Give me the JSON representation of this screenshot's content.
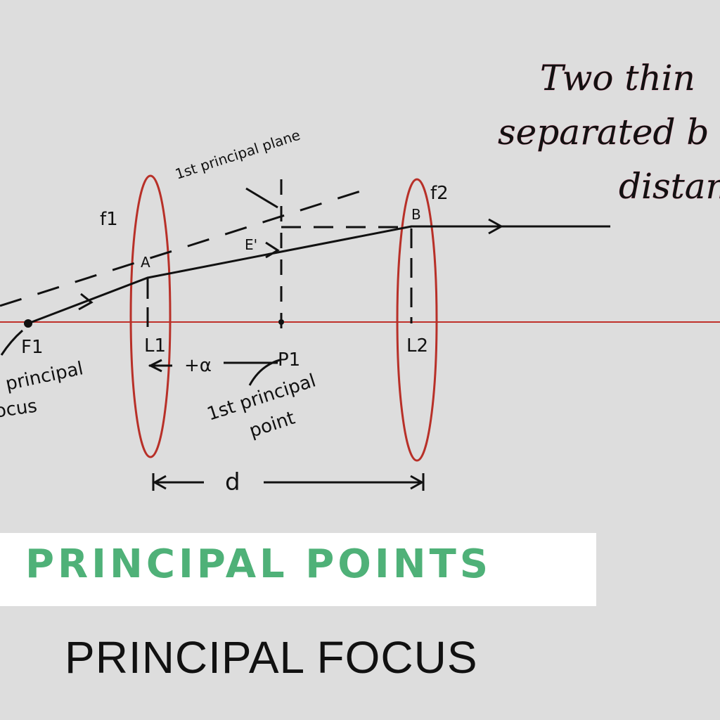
{
  "heading": {
    "line1": "Two thin",
    "line2": "separated b",
    "line3": "distan"
  },
  "labels": {
    "principal_plane": "1st principal plane",
    "f1": "f1",
    "f2": "f2",
    "A": "A",
    "B": "B",
    "E": "E'",
    "F1": "F1",
    "L1": "L1",
    "L2": "L2",
    "P1": "P1",
    "alpha": "+α",
    "d": "d",
    "principal_focus_1": "principal",
    "principal_focus_2": "focus",
    "principal_point_1": "1st principal",
    "principal_point_2": "point"
  },
  "colors": {
    "axis": "#c0302a",
    "lens": "#b83028",
    "ink": "#111111",
    "accent": "#4fb178",
    "background": "#dddddd"
  },
  "titles": {
    "primary": "PRINCIPAL POINTS",
    "secondary": "PRINCIPAL FOCUS"
  }
}
